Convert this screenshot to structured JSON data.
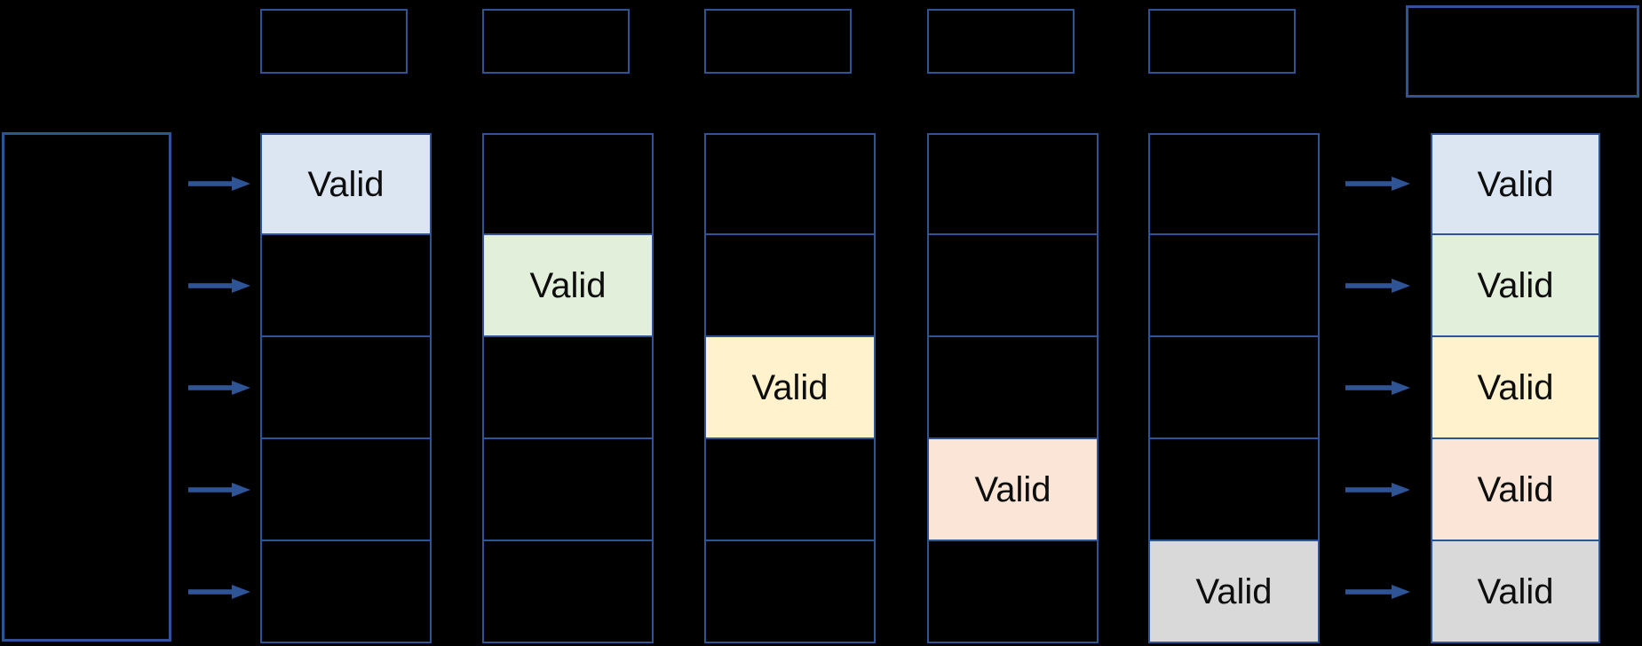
{
  "diagram": {
    "valid_label": "Valid",
    "colors": {
      "background": "#000000",
      "border": "#2F5496",
      "arrow": "#2F5496",
      "text": "#0D0D0D",
      "row_fills": [
        "#DCE6F3",
        "#E2EFDA",
        "#FFF2CC",
        "#FBE5D6",
        "#D9D9D9"
      ]
    },
    "columns": [
      {
        "rows": 5,
        "valid_row": 1,
        "valid_label": "Valid",
        "fill": "#DCE6F3"
      },
      {
        "rows": 5,
        "valid_row": 2,
        "valid_label": "Valid",
        "fill": "#E2EFDA"
      },
      {
        "rows": 5,
        "valid_row": 3,
        "valid_label": "Valid",
        "fill": "#FFF2CC"
      },
      {
        "rows": 5,
        "valid_row": 4,
        "valid_label": "Valid",
        "fill": "#FBE5D6"
      },
      {
        "rows": 5,
        "valid_row": 5,
        "valid_label": "Valid",
        "fill": "#D9D9D9"
      }
    ],
    "result_column": {
      "cells": [
        {
          "label": "Valid",
          "fill": "#DCE6F3"
        },
        {
          "label": "Valid",
          "fill": "#E2EFDA"
        },
        {
          "label": "Valid",
          "fill": "#FFF2CC"
        },
        {
          "label": "Valid",
          "fill": "#FBE5D6"
        },
        {
          "label": "Valid",
          "fill": "#D9D9D9"
        }
      ]
    },
    "top_boxes": {
      "small_count": 5,
      "has_large_result_box": true
    },
    "arrows": {
      "left_count": 5,
      "right_count": 5,
      "direction": "right"
    }
  }
}
